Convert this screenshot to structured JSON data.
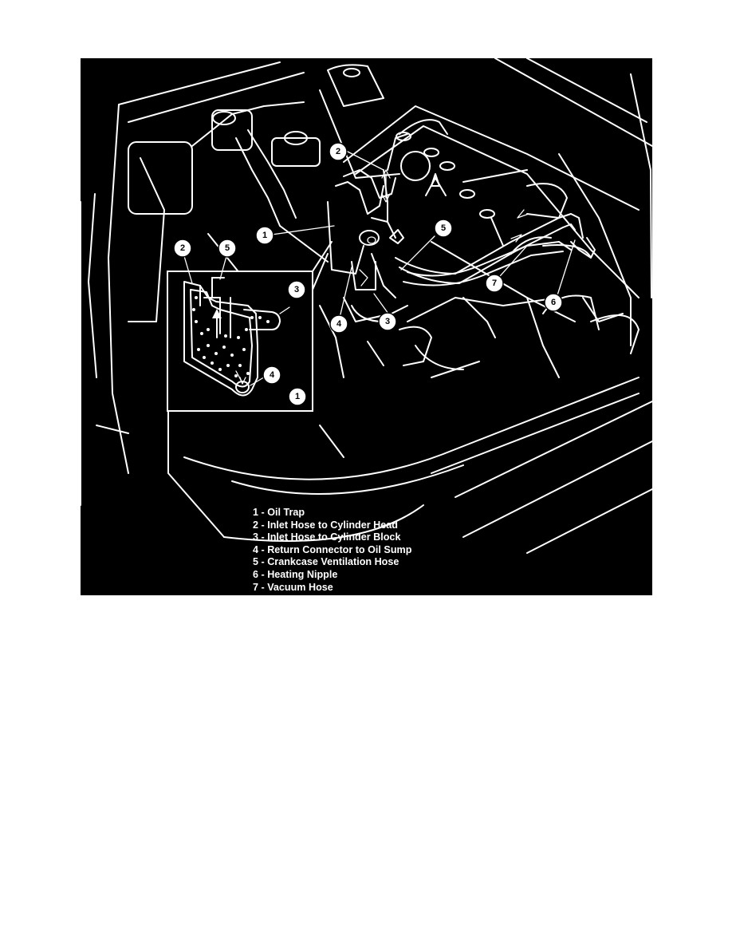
{
  "callouts": [
    "1",
    "2",
    "3",
    "4",
    "5",
    "6",
    "7"
  ],
  "legend": [
    "1 - Oil Trap",
    "2 - Inlet Hose to Cylinder Head",
    "3 - Inlet Hose to Cylinder Block",
    "4 - Return Connector to Oil Sump",
    "5 - Crankcase Ventilation Hose",
    "6 - Heating Nipple",
    "7 - Vacuum Hose"
  ],
  "colors": {
    "background": "#000000",
    "line": "#ffffff",
    "page": "#ffffff"
  }
}
